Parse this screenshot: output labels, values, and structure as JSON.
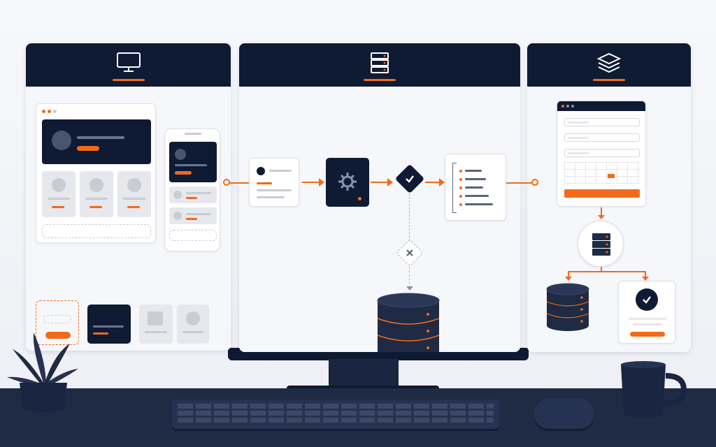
{
  "colors": {
    "accent": "#f26a1b",
    "navy": "#0f1a33",
    "desk": "#1f2a44"
  },
  "panels": [
    {
      "id": "ui",
      "icon": "monitor-icon"
    },
    {
      "id": "process",
      "icon": "server-icon"
    },
    {
      "id": "output",
      "icon": "layers-icon"
    }
  ],
  "scene_objects": [
    "potted-plant",
    "monitor",
    "keyboard",
    "mouse",
    "coffee-mug"
  ]
}
